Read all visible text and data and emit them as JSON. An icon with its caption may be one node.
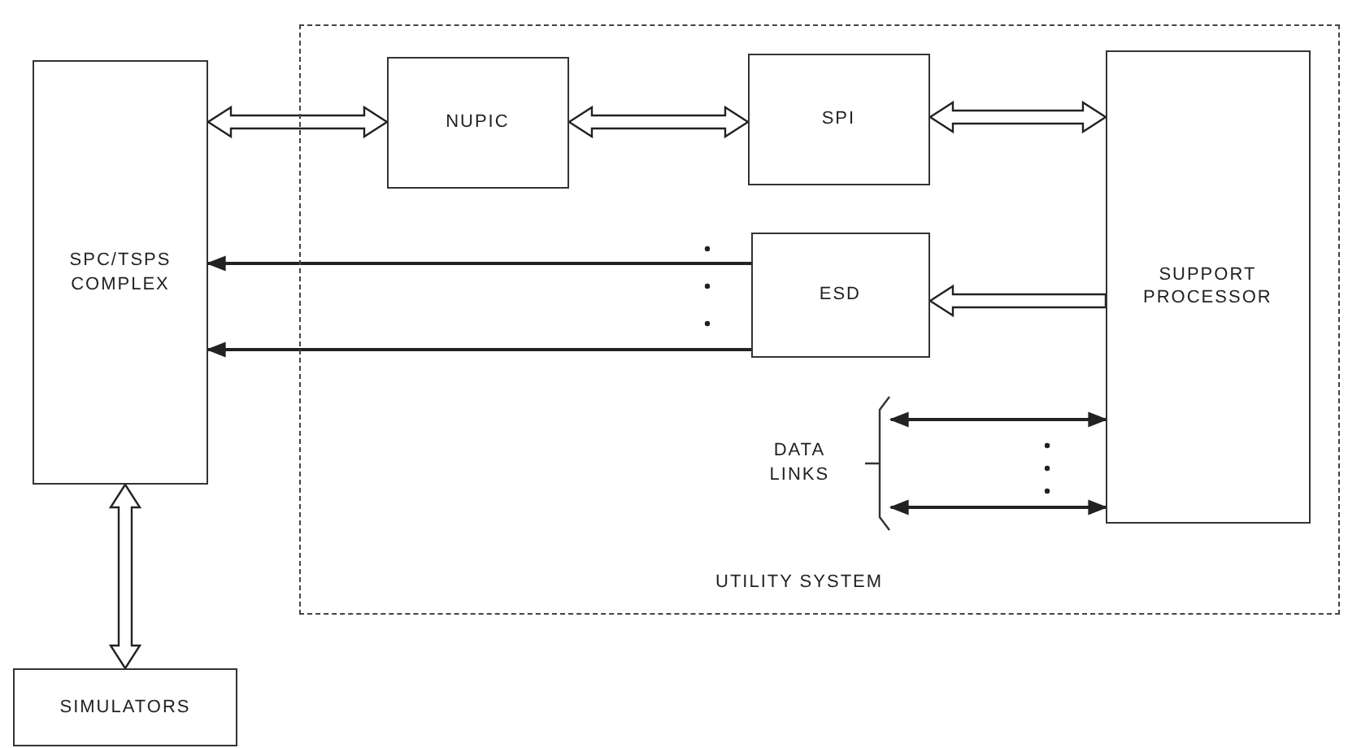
{
  "diagram": {
    "nodes": [
      {
        "text": [
          "SPC/TSPS COMPLEX"
        ]
      },
      {
        "text": [
          "UTILITY SYSTEM"
        ]
      },
      {
        "text": [
          "NUPIC"
        ],
        "in": 1
      },
      {
        "text": [
          "SPI"
        ],
        "in": 1
      },
      {
        "text": [
          "SUPPORT PROCESSOR"
        ],
        "in": 1
      },
      {
        "text": [
          "ESD"
        ],
        "in": 1
      },
      {
        "text": [
          "SIMULATORS"
        ]
      },
      {
        "text": [
          "DATA LINKS"
        ],
        "in": 1
      }
    ],
    "edges": [
      {
        "from": 0,
        "to": 2,
        "arrow": "both",
        "style": "thick"
      },
      {
        "from": 2,
        "to": 3,
        "arrow": "both",
        "style": "thick"
      },
      {
        "from": 3,
        "to": 4,
        "arrow": "both",
        "style": "thick"
      },
      {
        "from": 4,
        "to": 5,
        "arrow": "to",
        "style": "thick"
      },
      {
        "from": 5,
        "to": 0,
        "arrow": "to"
      },
      {
        "from": 5,
        "to": 0,
        "arrow": "to"
      },
      {
        "from": 7,
        "to": 4,
        "arrow": "both"
      },
      {
        "from": 7,
        "to": 4,
        "arrow": "both"
      },
      {
        "from": 0,
        "to": 6,
        "arrow": "both",
        "style": "thick"
      }
    ],
    "labels": []
  }
}
